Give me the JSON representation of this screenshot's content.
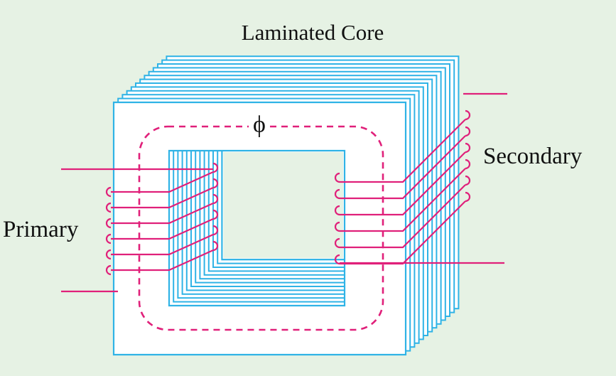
{
  "labels": {
    "core": "Laminated Core",
    "flux": "ϕ",
    "primary": "Primary",
    "secondary": "Secondary"
  },
  "colors": {
    "background": "#e6f2e4",
    "lamination": "#2fb3e6",
    "winding": "#e0207a",
    "flux_path": "#e0207a",
    "core_face": "#ffffff",
    "text": "#111111"
  },
  "core": {
    "lamination_count": 12
  },
  "primary_winding": {
    "turns": 6
  },
  "secondary_winding": {
    "turns": 6
  }
}
